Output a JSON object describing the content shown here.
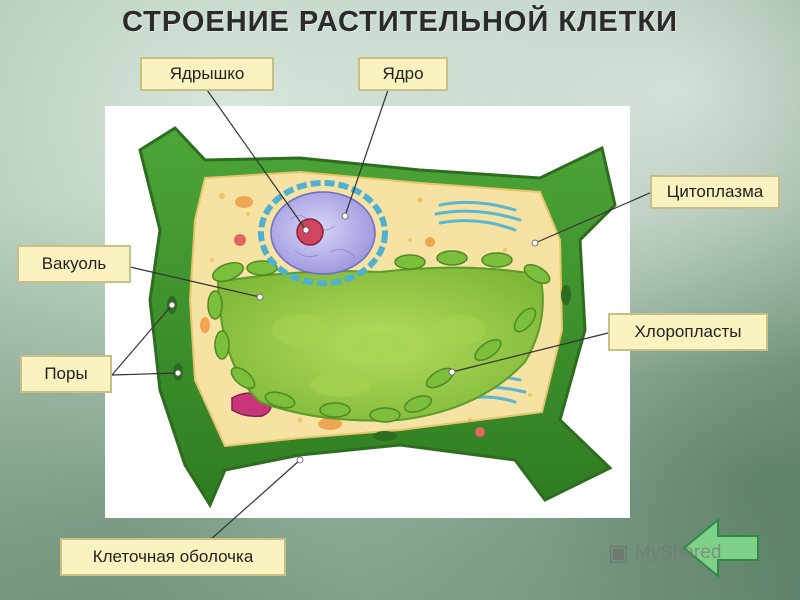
{
  "title": "СТРОЕНИЕ РАСТИТЕЛЬНОЙ КЛЕТКИ",
  "labels": {
    "nucleolus": "Ядрышко",
    "nucleus": "Ядро",
    "cytoplasm": "Цитоплазма",
    "vacuole": "Вакуоль",
    "pores": "Поры",
    "chloroplasts": "Хлоропласты",
    "cell_wall": "Клеточная оболочка"
  },
  "watermark": "MyShared",
  "colors": {
    "cell_wall": "#3f9a2e",
    "cytoplasm": "#f6e2a2",
    "vacuole": "#9fd04a",
    "chloroplast": "#7cbf3c",
    "nucleus": "#b9b5ea",
    "label_fill": "#fbf3bf",
    "nav_arrow": "#7fd18a"
  }
}
